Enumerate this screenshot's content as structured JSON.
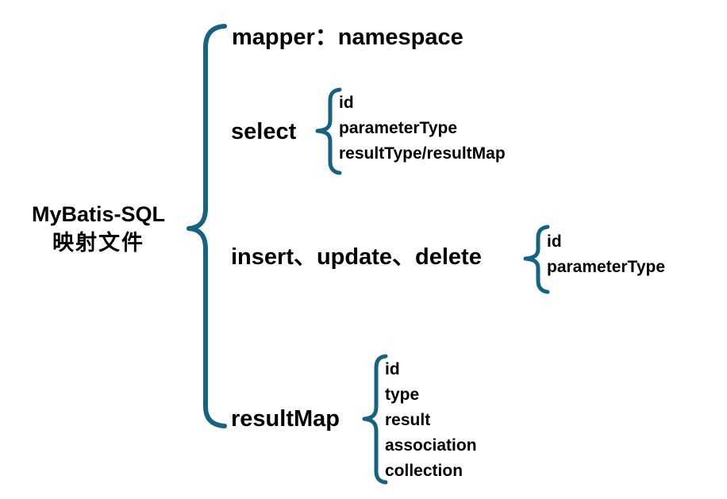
{
  "diagram": {
    "type": "bracket-tree",
    "title": "MyBatis-SQL 映射文件",
    "accent_color": "#156381",
    "text_color": "#000000",
    "background_color": "#ffffff",
    "root": {
      "line1": "MyBatis-SQL",
      "line2": "映射文件"
    },
    "branches": [
      {
        "label": "mapper：namespace",
        "children": []
      },
      {
        "label": "select",
        "children": [
          "id",
          "parameterType",
          "resultType/resultMap"
        ]
      },
      {
        "label": "insert、update、delete",
        "children": [
          "id",
          "parameterType"
        ]
      },
      {
        "label": "resultMap",
        "children": [
          "id",
          "type",
          "result",
          "association",
          "collection"
        ]
      }
    ]
  }
}
